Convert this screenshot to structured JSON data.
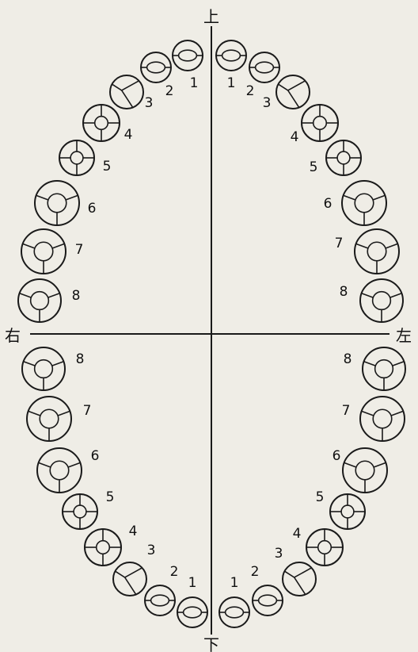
{
  "directions": {
    "top": "上",
    "bottom": "下",
    "left": "右",
    "right": "左"
  },
  "colors": {
    "background": "#efede6",
    "ink": "#1a1a1a"
  },
  "quadrants": [
    {
      "id": "upper-right",
      "teeth": [
        "1",
        "2",
        "3",
        "4",
        "5",
        "6",
        "7",
        "8"
      ]
    },
    {
      "id": "upper-left",
      "teeth": [
        "1",
        "2",
        "3",
        "4",
        "5",
        "6",
        "7",
        "8"
      ]
    },
    {
      "id": "lower-right",
      "teeth": [
        "1",
        "2",
        "3",
        "4",
        "5",
        "6",
        "7",
        "8"
      ]
    },
    {
      "id": "lower-left",
      "teeth": [
        "1",
        "2",
        "3",
        "4",
        "5",
        "6",
        "7",
        "8"
      ]
    }
  ]
}
